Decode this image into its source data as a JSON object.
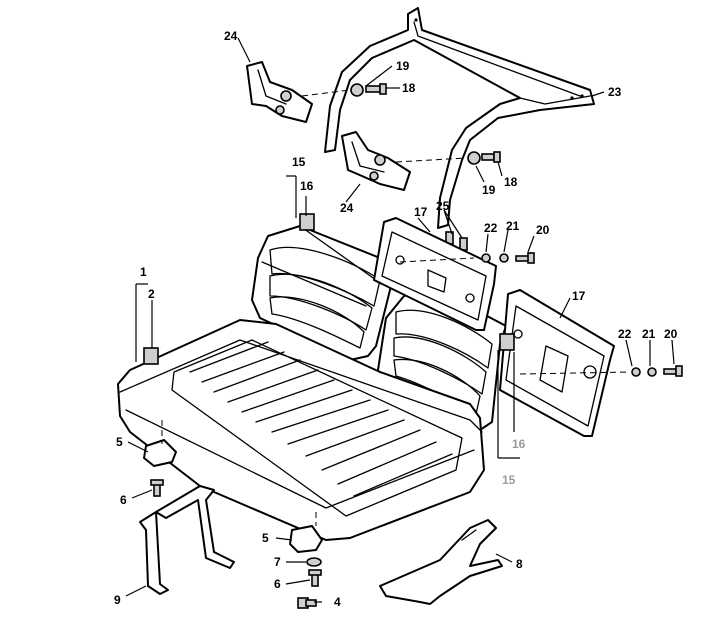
{
  "callouts": {
    "c1": "1",
    "c2": "2",
    "c4": "4",
    "c5a": "5",
    "c5b": "5",
    "c6a": "6",
    "c6b": "6",
    "c7": "7",
    "c8": "8",
    "c9": "9",
    "c15a": "15",
    "c15b": "15",
    "c16a": "16",
    "c16b": "16",
    "c17a": "17",
    "c17b": "17",
    "c18a": "18",
    "c18b": "18",
    "c19a": "19",
    "c19b": "19",
    "c20a": "20",
    "c20b": "20",
    "c21a": "21",
    "c21b": "21",
    "c22a": "22",
    "c22b": "22",
    "c23": "23",
    "c24a": "24",
    "c24b": "24",
    "c25": "25"
  }
}
